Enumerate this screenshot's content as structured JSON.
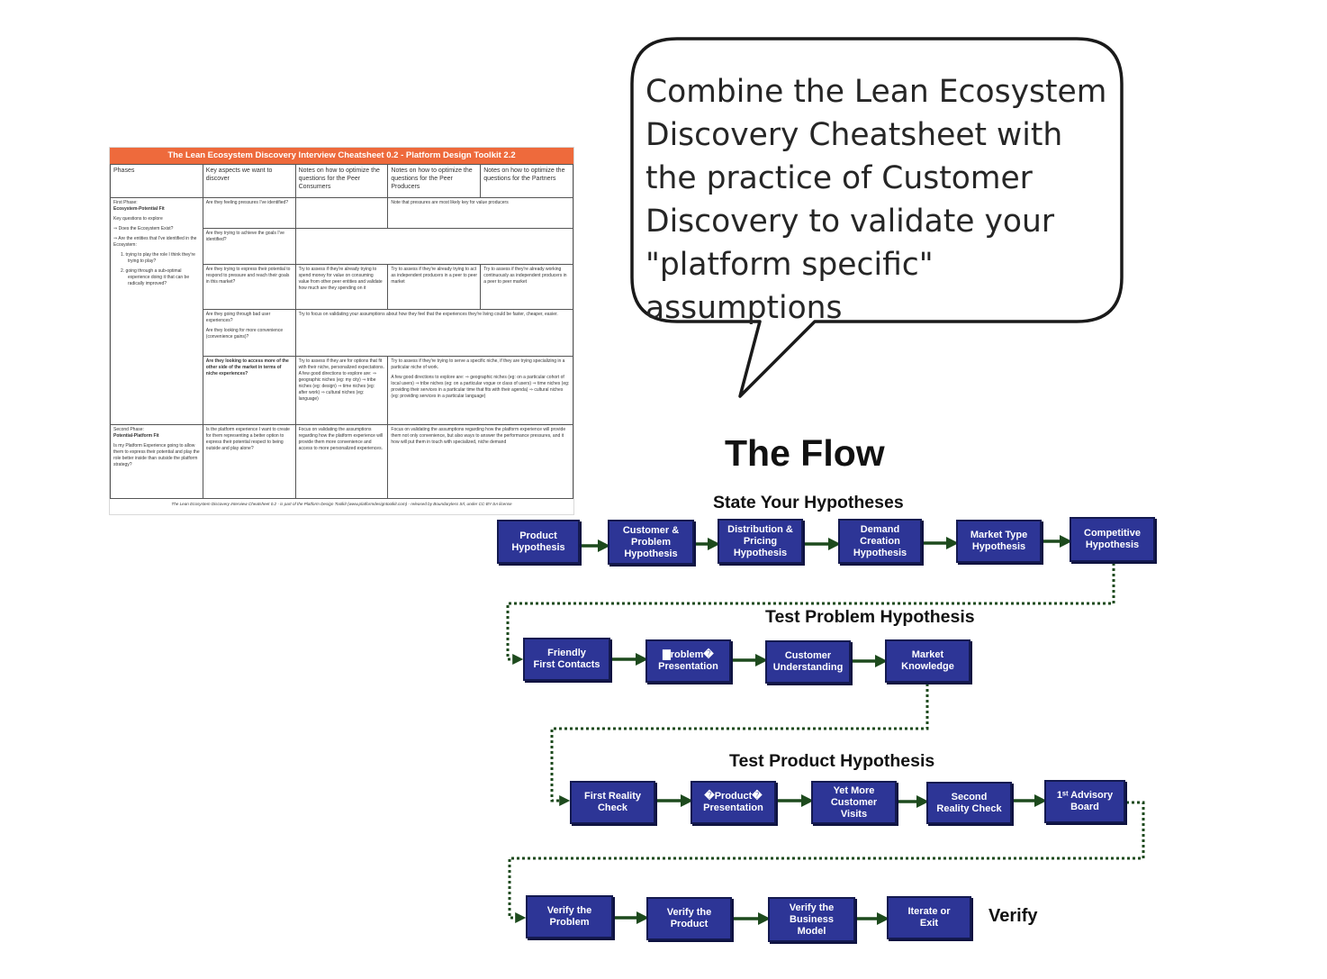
{
  "bubble": {
    "text": "Combine the Lean Ecosystem Discovery Cheatsheet with the practice of Customer Discovery to validate your \"platform specific\" assumptions"
  },
  "cheatsheet": {
    "title": "The Lean Ecosystem Discovery Interview Cheatsheet 0.2 - Platform Design Toolkit 2.2",
    "headers": [
      "Phases",
      "Key aspects we want to discover",
      "Notes on how to optimize the questions for the Peer Consumers",
      "Notes on how to optimize the questions for the Peer Producers",
      "Notes on how to optimize the questions for the Partners"
    ],
    "phase1": {
      "label": "First Phase:",
      "name": "Ecosystem-Potential Fit",
      "key_q": "Key questions to explore",
      "q1": "⇒ Does the Ecosystem Exist?",
      "q2": "⇒ Are the entities that I've identified in the Ecosystem:",
      "q2a": "1. trying to play the role I think they're trying to play?",
      "q2b": "2. going through a sub-optimal experience doing it that can be radically improved?"
    },
    "rows": {
      "r1_key": "Are they feeling pressures I've identified?",
      "r1_note": "Note that pressures are most likely key for value producers",
      "r2_key": "Are they trying to achieve the goals I've identified?",
      "r3_key": "Are they trying to express their potential to respond to pressure and reach their goals in this market?",
      "r3_c": "Try to assess if they're already trying to spend money for value on consuming value from other peer entities and validate how much are they spending on it",
      "r3_p": "Try to assess if they're already trying to act as independent producers in a peer to peer market",
      "r3_pt": "Try to assess if they're already working continuously as independent producers in a peer to peer market",
      "r4_key": "Are they going through bad user experiences?",
      "r4_key2": "Are they looking for more convenience (convenience gains)?",
      "r4_note": "Try to focus on validating your assumptions about how they feel that the experiences they're living could be faster, cheaper, easier.",
      "r5_key": "Are they looking to access more of the other side of the market in terms of niche experiences?",
      "r5_c": "Try to assess if they are for options that fit with their niche, personalized expectations. A few good directions to explore are: ⇒ geographic niches (eg: my city) ⇒ tribe niches (eg: design) ⇒ time niches (eg: after work) ⇒ cultural niches (eg: language)",
      "r5_p": "Try to assess if they're trying to serve a specific niche, if they are trying specializing in a particular niche of work.",
      "r5_p2": "A few good directions to explore are: ⇒ geographic niches (eg: on a particular cohort of local users) ⇒ tribe niches (eg: on a particular vogue or class of users) ⇒ time niches (eg: providing their services in a particular time that fits with their agenda) ⇒ cultural niches (eg: providing services in a particular language)"
    },
    "phase2": {
      "label": "Second Phase:",
      "name": "Potential-Platform Fit",
      "q": "Is my Platform Experience going to allow them to express their potential and play the role better inside than outside the platform strategy?",
      "key": "Is the platform experience I want to create for them representing a better option to express their potential respect to being outside and play alone?",
      "c": "Focus on validating the assumptions regarding how the platform experience will provide them more convenience and access to more personalized experiences.",
      "p": "Focus on validating the assumptions regarding how the platform experience will provide them not only convenience, but also ways to answer the performance pressures, and it how will put them in touch with specialized, niche demand"
    },
    "footer": "The Lean Ecosystem Discovery Interview Cheatsheet 0.2 - is part of the Platform Design Toolkit (www.platformdesigntoolkit.com) - released by Boundaryless Srl, under CC-BY-SA license"
  },
  "flow": {
    "title": "The Flow",
    "stages": [
      {
        "title": "State Your Hypotheses",
        "steps": [
          "Product\nHypothesis",
          "Customer &\nProblem\nHypothesis",
          "Distribution &\nPricing\nHypothesis",
          "Demand\nCreation\nHypothesis",
          "Market Type\nHypothesis",
          "Competitive\nHypothesis"
        ]
      },
      {
        "title": "Test Problem Hypothesis",
        "steps": [
          "Friendly\nFirst Contacts",
          "▇roblem�\nPresentation",
          "Customer\nUnderstanding",
          "Market\nKnowledge"
        ]
      },
      {
        "title": "Test Product Hypothesis",
        "steps": [
          "First Reality\nCheck",
          "�Product�\nPresentation",
          "Yet More\nCustomer\nVisits",
          "Second\nReality Check",
          "1ˢᵗ Advisory\nBoard"
        ]
      },
      {
        "title": "Verify",
        "steps": [
          "Verify the\nProblem",
          "Verify the\nProduct",
          "Verify the\nBusiness\nModel",
          "Iterate or\nExit"
        ]
      }
    ],
    "colors": {
      "box": "#2d3596",
      "arrow": "#1d4a1d",
      "connector": "#1d4a1d"
    }
  }
}
